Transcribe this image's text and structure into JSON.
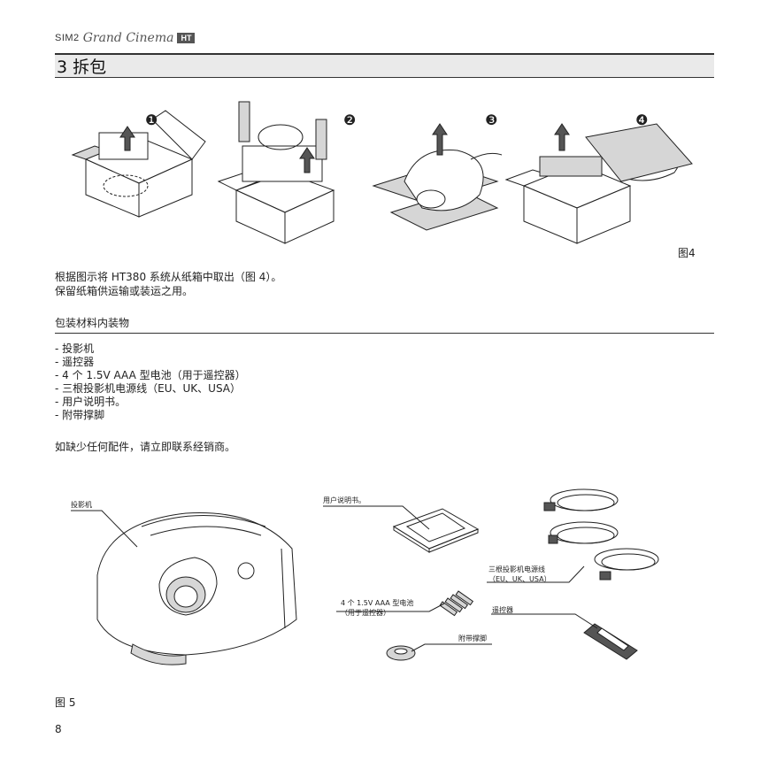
{
  "header": {
    "brand_prefix": "SIM2",
    "brand_script": "Grand Cinema",
    "brand_badge": "HT"
  },
  "section": {
    "title": "3 拆包"
  },
  "figure4": {
    "steps": [
      "❶",
      "❷",
      "❸",
      "❹"
    ],
    "caption": "图4"
  },
  "intro": {
    "line1": "根据图示将 HT380 系统从纸箱中取出（图 4）。",
    "line2": "保留纸箱供运输或装运之用。"
  },
  "contents": {
    "title": "包装材料内装物",
    "items": [
      "- 投影机",
      "- 遥控器",
      "- 4 个 1.5V AAA 型电池（用于遥控器）",
      "- 三根投影机电源线（EU、UK、USA）",
      "- 用户说明书。",
      "- 附带撑脚"
    ],
    "missing_note": "如缺少任何配件，请立即联系经销商。"
  },
  "figure5": {
    "callouts": {
      "projector": "投影机",
      "manual": "用户说明书。",
      "power_cords_line1": "三根投影机电源线",
      "power_cords_line2": "（EU、UK、USA）",
      "batteries_line1": "4 个 1.5V AAA 型电池",
      "batteries_line2": "（用于遥控器）",
      "remote": "遥控器",
      "foot": "附带撑脚"
    },
    "caption": "图 5"
  },
  "footer": {
    "page_number": "8"
  },
  "icons": {
    "step_arrow": "up-arrow-icon"
  }
}
